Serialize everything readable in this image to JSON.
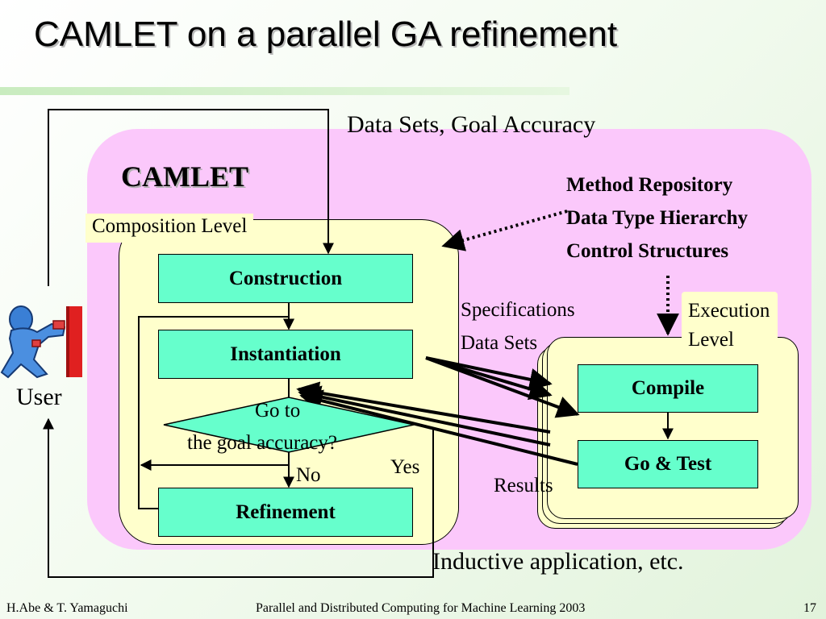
{
  "slide": {
    "title": "CAMLET on a parallel GA refinement"
  },
  "inputs": {
    "data_sets_goal": "Data Sets, Goal Accuracy"
  },
  "camlet": {
    "name": "CAMLET",
    "composition_level_label": "Composition Level",
    "nodes": {
      "construction": "Construction",
      "instantiation": "Instantiation",
      "decision_line1": "Go to",
      "decision_line2": "the goal accuracy?",
      "refinement": "Refinement"
    },
    "branch_no": "No",
    "branch_yes": "Yes"
  },
  "repository": {
    "line1": "Method Repository",
    "line2": "Data Type Hierarchy",
    "line3": "Control Structures"
  },
  "flow_labels": {
    "specifications": "Specifications",
    "data_sets": "Data Sets",
    "results": "Results"
  },
  "execution": {
    "label_line1": "Execution",
    "label_line2": "Level",
    "compile": "Compile",
    "go_test": "Go & Test"
  },
  "user": {
    "label": "User",
    "icon": "person-pushing-icon"
  },
  "output": {
    "inductive": "Inductive application, etc."
  },
  "footer": {
    "author": "H.Abe & T. Yamaguchi",
    "venue": "Parallel and Distributed Computing for Machine Learning 2003",
    "page": "17"
  },
  "colors": {
    "camlet_region": "#fbc8fb",
    "composition_box": "#ffffcc",
    "node_fill": "#66ffcc",
    "title_bar": "#c9ecbf"
  }
}
